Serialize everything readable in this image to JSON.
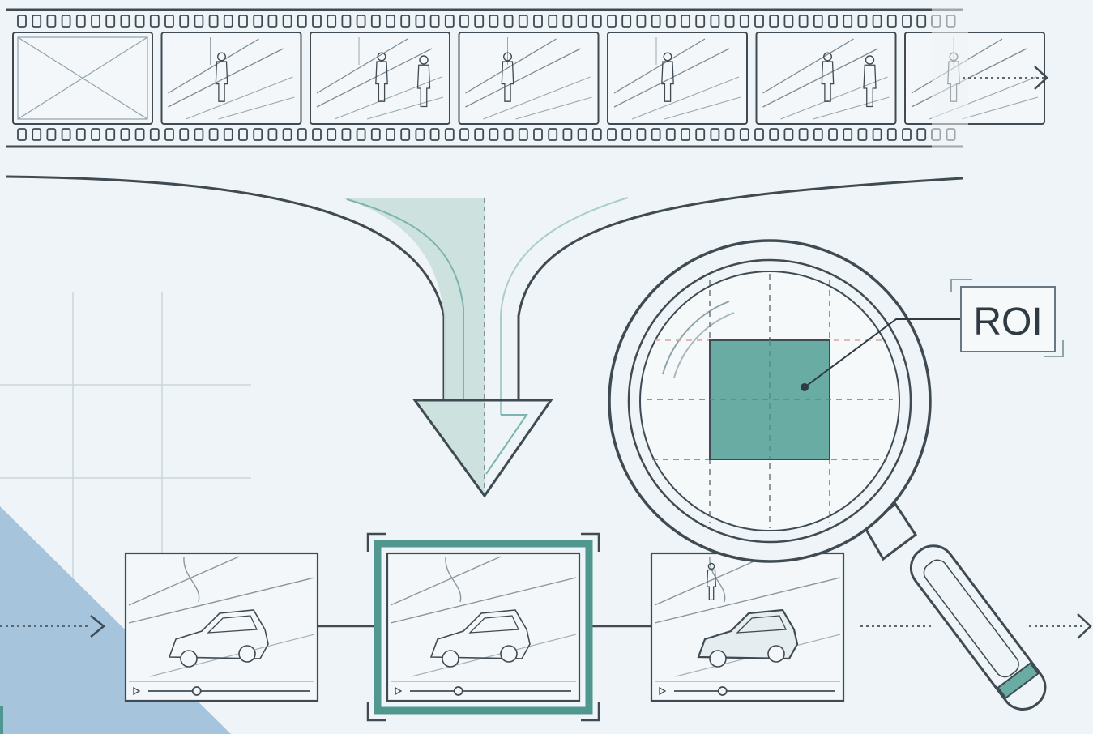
{
  "diagram": {
    "roi_label": "ROI",
    "icons": {
      "film_strip": "film-strip-icon",
      "magnifier": "magnifying-glass-icon",
      "play": "play-icon",
      "arrow": "chevron-right-icon"
    },
    "film_frames": [
      {
        "kind": "placeholder"
      },
      {
        "kind": "scene",
        "figures": 1
      },
      {
        "kind": "scene",
        "figures": 2
      },
      {
        "kind": "scene",
        "figures": 1
      },
      {
        "kind": "scene",
        "figures": 1
      },
      {
        "kind": "scene",
        "figures": 2
      },
      {
        "kind": "scene",
        "figures": 1
      }
    ],
    "keyframes": [
      {
        "selected": false,
        "scrubber_progress": 0.3
      },
      {
        "selected": true,
        "scrubber_progress": 0.3
      },
      {
        "selected": false,
        "scrubber_progress": 0.3
      }
    ],
    "colors": {
      "background": "#eef4f7",
      "stroke": "#3f4a52",
      "teal": "#69aca4",
      "teal_dark": "#4f978f",
      "teal_light": "#b9d7d3",
      "corner_blue": "#a6c4dc"
    }
  }
}
